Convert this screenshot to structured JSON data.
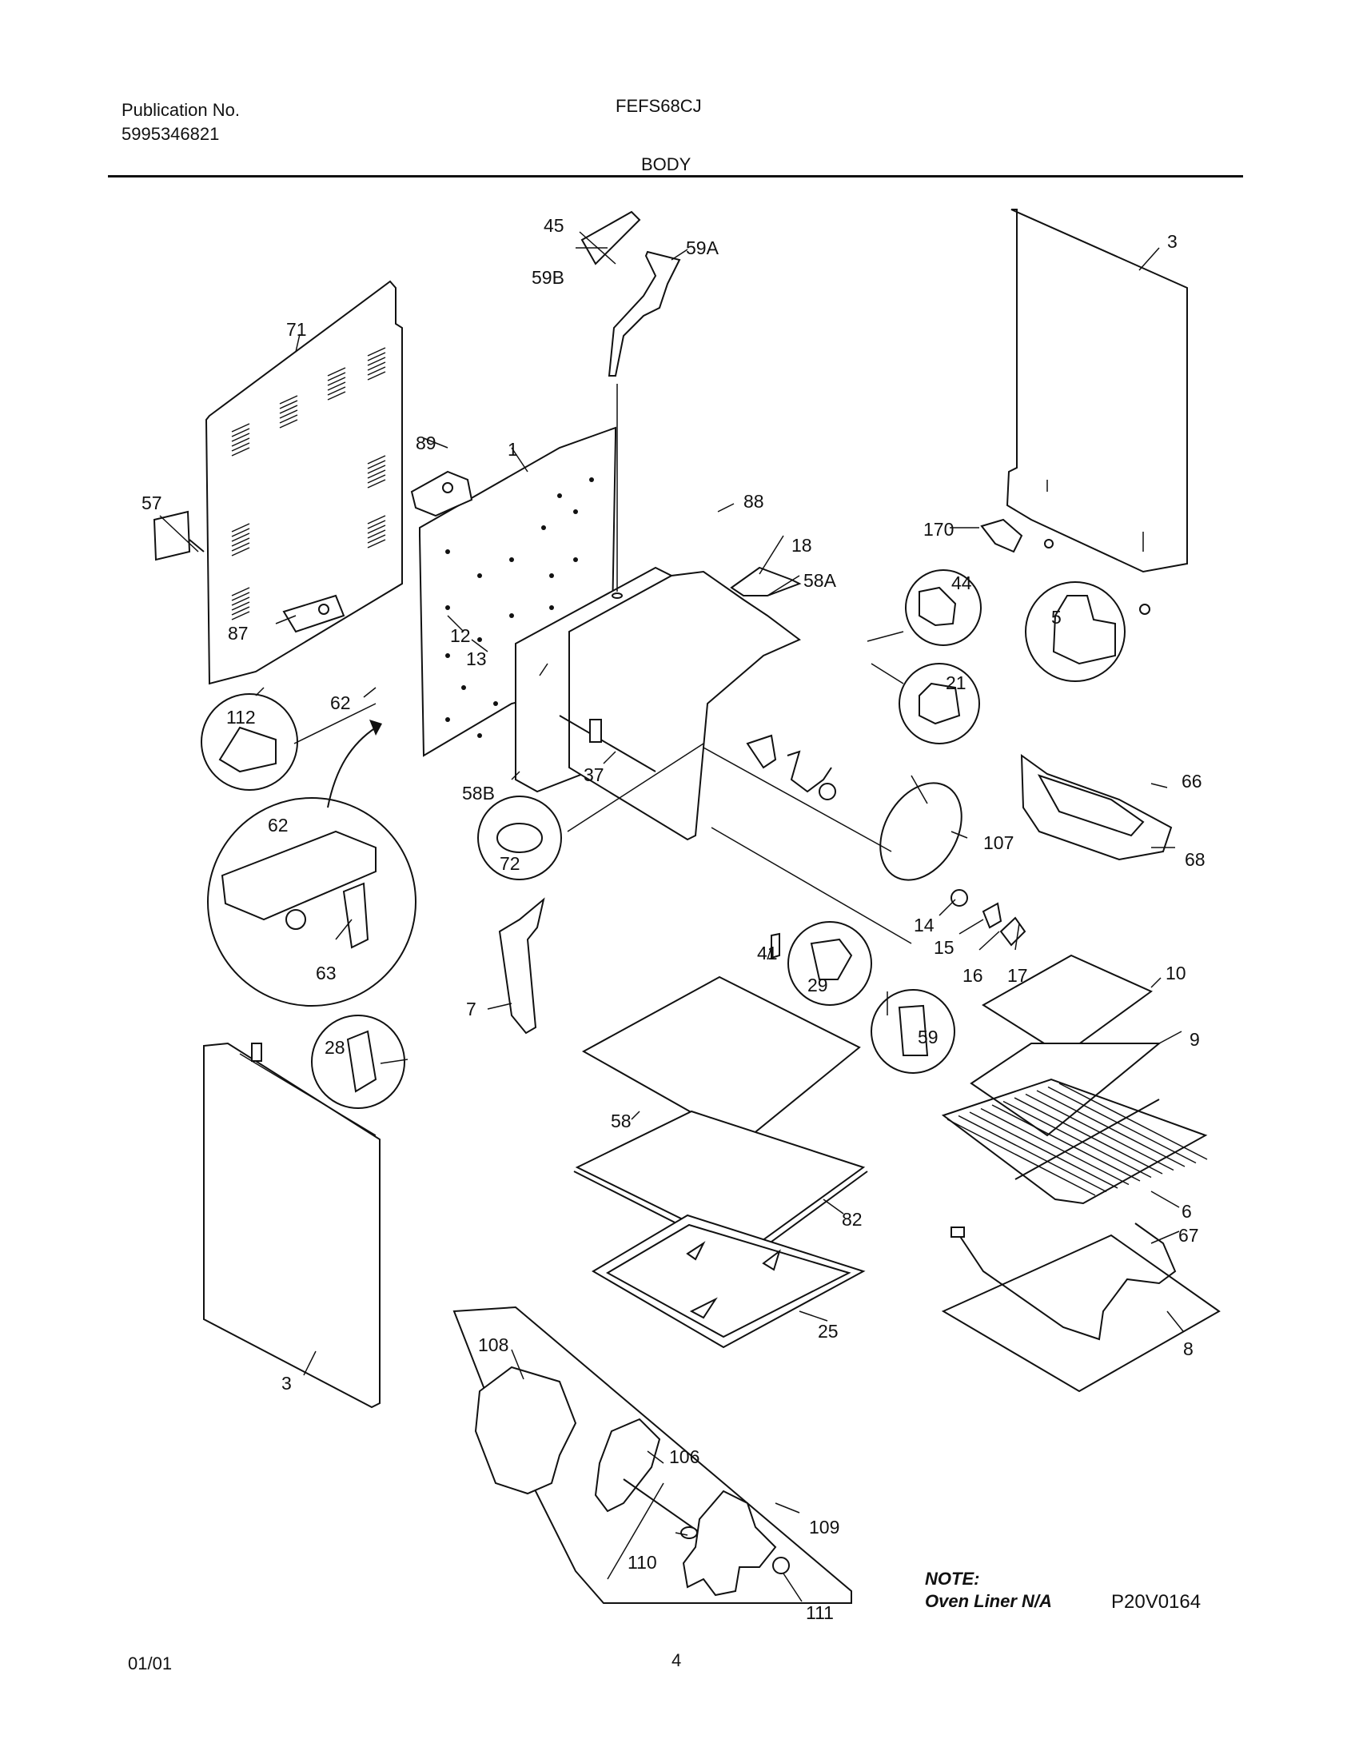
{
  "header": {
    "publication_label": "Publication No.",
    "publication_number": "5995346821",
    "model": "FEFS68CJ",
    "section": "BODY"
  },
  "parts": [
    {
      "label": "45"
    },
    {
      "label": "59A"
    },
    {
      "label": "59B"
    },
    {
      "label": "3"
    },
    {
      "label": "71"
    },
    {
      "label": "89"
    },
    {
      "label": "1"
    },
    {
      "label": "57"
    },
    {
      "label": "88"
    },
    {
      "label": "18"
    },
    {
      "label": "170"
    },
    {
      "label": "58A"
    },
    {
      "label": "44"
    },
    {
      "label": "5"
    },
    {
      "label": "12"
    },
    {
      "label": "13"
    },
    {
      "label": "87"
    },
    {
      "label": "21"
    },
    {
      "label": "62"
    },
    {
      "label": "112"
    },
    {
      "label": "66"
    },
    {
      "label": "37"
    },
    {
      "label": "58B"
    },
    {
      "label": "62"
    },
    {
      "label": "72"
    },
    {
      "label": "107"
    },
    {
      "label": "68"
    },
    {
      "label": "14"
    },
    {
      "label": "15"
    },
    {
      "label": "16"
    },
    {
      "label": "17"
    },
    {
      "label": "63"
    },
    {
      "label": "41"
    },
    {
      "label": "29"
    },
    {
      "label": "10"
    },
    {
      "label": "7"
    },
    {
      "label": "9"
    },
    {
      "label": "59"
    },
    {
      "label": "28"
    },
    {
      "label": "58"
    },
    {
      "label": "6"
    },
    {
      "label": "67"
    },
    {
      "label": "82"
    },
    {
      "label": "8"
    },
    {
      "label": "25"
    },
    {
      "label": "3"
    },
    {
      "label": "108"
    },
    {
      "label": "106"
    },
    {
      "label": "109"
    },
    {
      "label": "110"
    },
    {
      "label": "111"
    }
  ],
  "note": {
    "heading": "NOTE:",
    "text": "Oven Liner N/A",
    "drawing_number": "P20V0164"
  },
  "footer": {
    "date": "01/01",
    "page_number": "4"
  }
}
